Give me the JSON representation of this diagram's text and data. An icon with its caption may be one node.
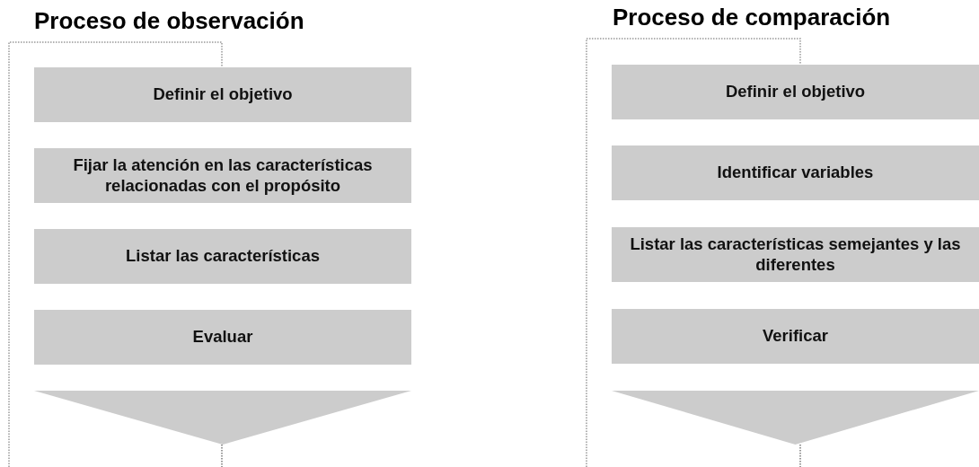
{
  "diagram": {
    "nodes": [
      {
        "text": [
          "Definir el objetivo"
        ]
      },
      {
        "text": [
          "Fijar la atención en las características relacionadas con el propósito"
        ]
      },
      {
        "text": [
          "Listar las características"
        ]
      },
      {
        "text": [
          "Evaluar"
        ]
      },
      {
        "text": [],
        "shape": "triangle"
      },
      {
        "text": [
          "Definir el objetivo"
        ]
      },
      {
        "text": [
          "Identificar variables"
        ]
      },
      {
        "text": [
          "Listar las características semejantes y las diferentes"
        ]
      },
      {
        "text": [
          "Verificar"
        ]
      },
      {
        "text": [],
        "shape": "triangle"
      }
    ],
    "labels": [
      "Proceso de observación",
      "Proceso de comparación"
    ]
  }
}
